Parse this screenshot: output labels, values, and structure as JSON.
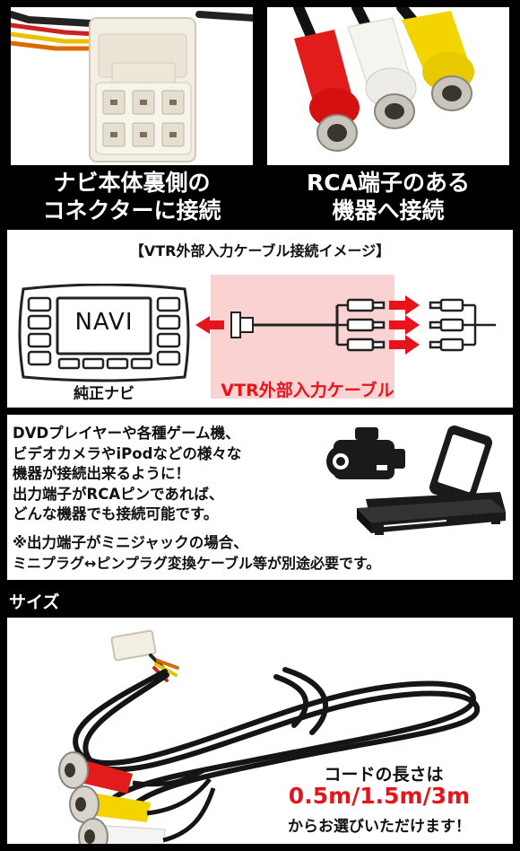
{
  "top_left": {
    "caption_line1": "ナビ本体裏側の",
    "caption_line2": "コネクターに接続"
  },
  "top_right": {
    "caption_line1": "RCA端子のある",
    "caption_line2": "機器へ接続"
  },
  "diagram": {
    "title": "【VTR外部入力ケーブル接続イメージ】",
    "navi_screen_label": "NAVI",
    "navi_caption": "純正ナビ",
    "cable_caption": "VTR外部入力ケーブル"
  },
  "description": {
    "lines": [
      "DVDプレイヤーや各種ゲーム機、",
      "ビデオカメラやiPodなどの様々な",
      "機器が接続出来るように！",
      "出力端子がRCAピンであれば、",
      "どんな機器でも接続可能です。"
    ],
    "note_lines": [
      "※出力端子がミニジャックの場合、",
      "ミニプラグ↔ピンプラグ変換ケーブル等が別途必要です。"
    ]
  },
  "size_section": {
    "label": "サイズ",
    "length_caption": "コードの長さは",
    "lengths": "0.5m/1.5m/3m",
    "choose_text": "からお選びいただけます！"
  },
  "colors": {
    "accent_red": "#e8141c",
    "background": "#000000",
    "rca_yellow": "#f2d100",
    "rca_white": "#f4f4f4"
  }
}
